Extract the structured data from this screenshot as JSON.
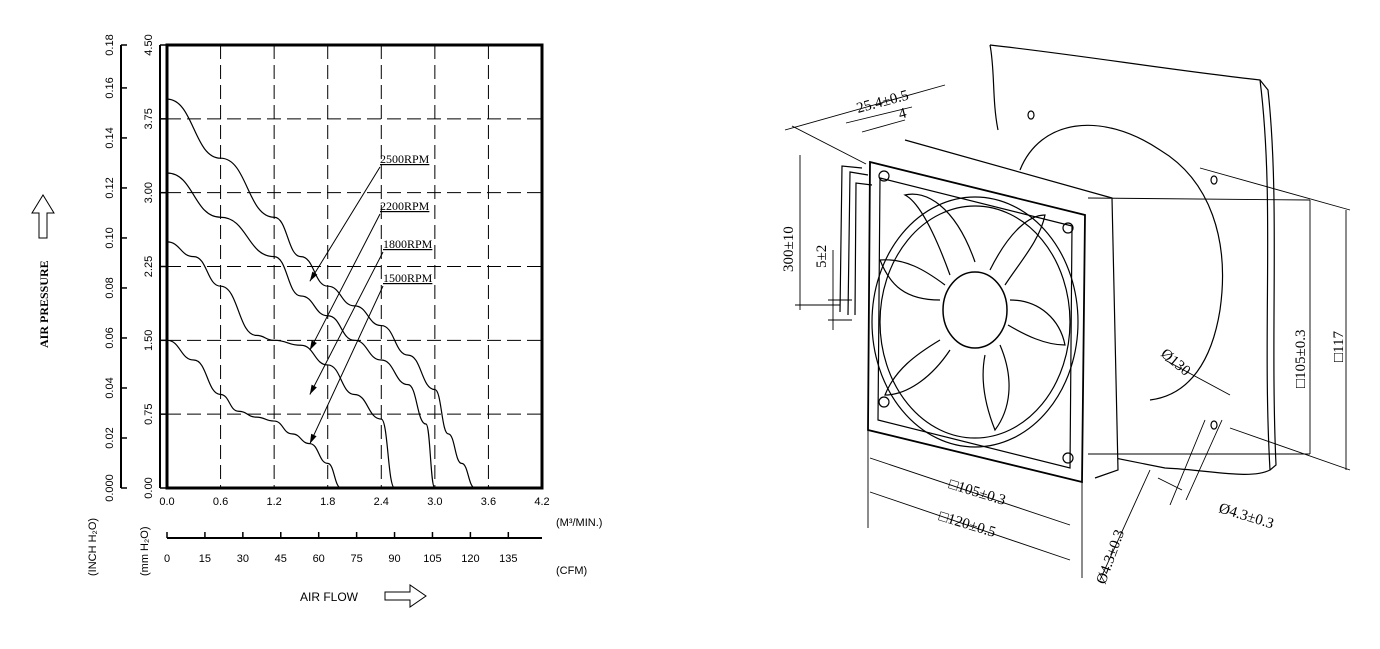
{
  "chart_data": {
    "type": "line",
    "xlabel": "AIR FLOW",
    "xunit_primary": "(M³/MIN.)",
    "xunit_secondary": "(CFM)",
    "ylabel": "AIR PRESSURE",
    "yunit_primary": "(mm H₂O)",
    "yunit_secondary": "(INCH H₂O)",
    "xlim": [
      0,
      4.2
    ],
    "ylim": [
      0,
      4.5
    ],
    "grid": true,
    "x_ticks": [
      "0.0",
      "0.6",
      "1.2",
      "1.8",
      "2.4",
      "3.0",
      "3.6",
      "4.2"
    ],
    "y_ticks": [
      "0.00",
      "0.75",
      "1.50",
      "2.25",
      "3.00",
      "3.75",
      "4.50"
    ],
    "y_ticks_inch": [
      "0.000",
      "0.02",
      "0.04",
      "0.06",
      "0.08",
      "0.10",
      "0.12",
      "0.14",
      "0.16",
      "0.18"
    ],
    "x_ticks_cfm": [
      "0",
      "15",
      "30",
      "45",
      "60",
      "75",
      "90",
      "105",
      "120",
      "135"
    ],
    "series": [
      {
        "name": "2500RPM",
        "points": [
          [
            0,
            3.95
          ],
          [
            0.6,
            3.35
          ],
          [
            1.2,
            2.75
          ],
          [
            1.5,
            2.35
          ],
          [
            1.8,
            2.05
          ],
          [
            2.1,
            1.85
          ],
          [
            2.4,
            1.65
          ],
          [
            2.7,
            1.35
          ],
          [
            3.0,
            1.0
          ],
          [
            3.15,
            0.55
          ],
          [
            3.3,
            0.25
          ],
          [
            3.45,
            0
          ]
        ],
        "label_at": [
          1.6,
          2.1
        ]
      },
      {
        "name": "2200RPM",
        "points": [
          [
            0,
            3.2
          ],
          [
            0.6,
            2.75
          ],
          [
            1.2,
            2.35
          ],
          [
            1.5,
            1.95
          ],
          [
            1.8,
            1.75
          ],
          [
            2.1,
            1.5
          ],
          [
            2.4,
            1.3
          ],
          [
            2.7,
            1.05
          ],
          [
            2.9,
            0.65
          ],
          [
            3.0,
            0
          ]
        ],
        "label_at": [
          1.6,
          1.4
        ]
      },
      {
        "name": "1800RPM",
        "points": [
          [
            0,
            2.5
          ],
          [
            0.3,
            2.35
          ],
          [
            0.6,
            2.05
          ],
          [
            1.0,
            1.55
          ],
          [
            1.2,
            1.5
          ],
          [
            1.5,
            1.45
          ],
          [
            1.8,
            1.25
          ],
          [
            2.1,
            0.95
          ],
          [
            2.4,
            0.7
          ],
          [
            2.55,
            0
          ]
        ],
        "label_at": [
          1.6,
          0.95
        ]
      },
      {
        "name": "1500RPM",
        "points": [
          [
            0,
            1.5
          ],
          [
            0.3,
            1.3
          ],
          [
            0.6,
            0.95
          ],
          [
            0.8,
            0.78
          ],
          [
            1.0,
            0.72
          ],
          [
            1.2,
            0.68
          ],
          [
            1.4,
            0.55
          ],
          [
            1.6,
            0.45
          ],
          [
            1.8,
            0.25
          ],
          [
            1.95,
            0
          ]
        ],
        "label_at": [
          1.6,
          0.45
        ]
      }
    ]
  },
  "drawing": {
    "dims": [
      "25.4±0.5",
      "4",
      "300±10",
      "5±2",
      "□105±0.3",
      "□117",
      "Ø130",
      "□105±0.3",
      "□120±0.5",
      "Ø4.3±0.3",
      "Ø4.3±0.3"
    ]
  }
}
